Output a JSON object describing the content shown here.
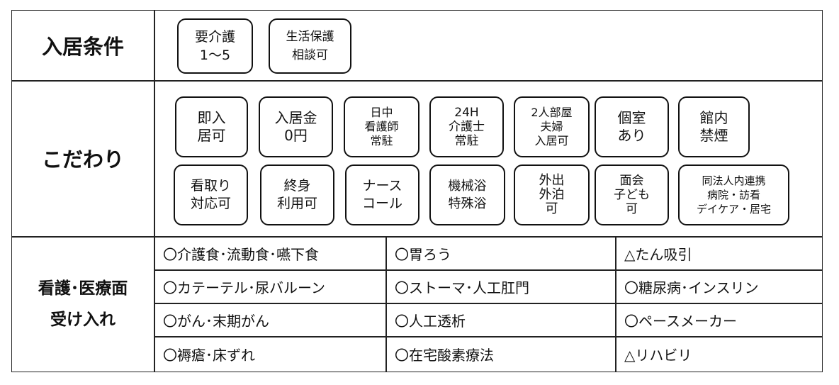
{
  "rows": {
    "conditions": {
      "label": "入居条件",
      "tags": [
        "要介護\n1～5",
        "生活保護\n相談可"
      ]
    },
    "features": {
      "label": "こだわり",
      "tags_row1": [
        "即入\n居可",
        "入居金\n0円",
        "日中\n看護師\n常駐",
        "24H\n介護士\n常駐",
        "2人部屋\n夫婦\n入居可",
        "個室\nあり",
        "館内\n禁煙"
      ],
      "tags_row2": [
        "看取り\n対応可",
        "終身\n利用可",
        "ナース\nコール",
        "機械浴\n特殊浴",
        "外出\n外泊\n可",
        "面会\n子ども\n可",
        "同法人内連携\n病院・訪看\nデイケア・居宅"
      ]
    },
    "medical": {
      "label_line1": "看護･医療面",
      "label_line2": "受け入れ",
      "cells": [
        [
          "〇介護食･流動食･嚥下食",
          "〇胃ろう",
          "△たん吸引"
        ],
        [
          "〇カテーテル･尿バルーン",
          "〇ストーマ･人工肛門",
          "〇糖尿病･インスリン"
        ],
        [
          "〇がん･末期がん",
          "〇人工透析",
          "〇ペースメーカー"
        ],
        [
          "〇褥瘡･床ずれ",
          "〇在宅酸素療法",
          "△リハビリ"
        ]
      ]
    }
  }
}
